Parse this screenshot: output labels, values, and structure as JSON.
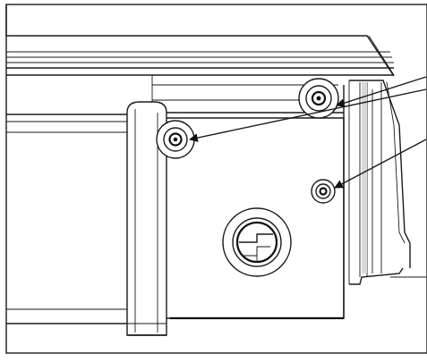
{
  "figure": {
    "type": "technical line drawing",
    "callouts": [
      "screw-top",
      "screw-left",
      "screw-small"
    ],
    "colors": {
      "line": "#1a1a1a",
      "background": "#ffffff",
      "hatch": "#d9d9d9"
    }
  }
}
